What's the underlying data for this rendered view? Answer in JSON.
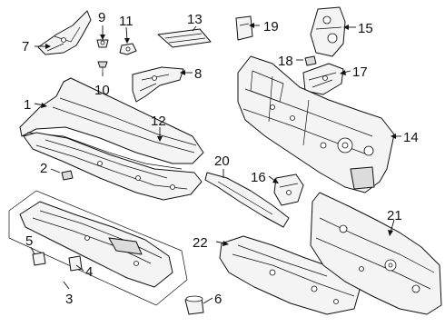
{
  "callouts": {
    "c1": "1",
    "c2": "2",
    "c3": "3",
    "c4": "4",
    "c5": "5",
    "c6": "6",
    "c7": "7",
    "c8": "8",
    "c9": "9",
    "c10": "10",
    "c11": "11",
    "c12": "12",
    "c13": "13",
    "c14": "14",
    "c15": "15",
    "c16": "16",
    "c17": "17",
    "c18": "18",
    "c19": "19",
    "c20": "20",
    "c21": "21",
    "c22": "22"
  },
  "colors": {
    "ink": "#111111",
    "part_fill": "#f4f4f4",
    "part_shade": "#dcdcdc",
    "background": "#ffffff"
  }
}
